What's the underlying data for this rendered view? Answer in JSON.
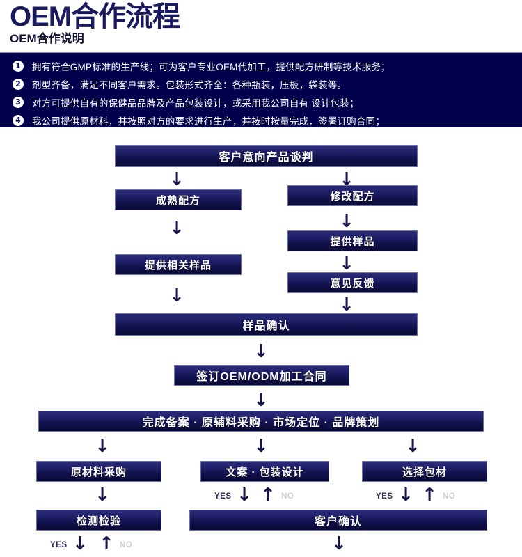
{
  "header": {
    "title": "OEM合作流程",
    "subtitle": "OEM合作说明"
  },
  "notes": [
    {
      "num": "1",
      "text": "拥有符合GMP标准的生产线；可为客户专业OEM代加工，提供配方研制等技术服务；"
    },
    {
      "num": "2",
      "text": "剂型齐备，满足不同客户需求。包装形式齐全：各种瓶装，压板，袋装等。"
    },
    {
      "num": "3",
      "text": "对方可提供自有的保健品品牌及产品包装设计，或采用我公司自有 设计包装；"
    },
    {
      "num": "4",
      "text": "我公司提供原材料，并按照对方的要求进行生产，并按时按量完成，签署订购合同；"
    }
  ],
  "flow": {
    "boxes": [
      {
        "id": "customer-intent-negotiation",
        "label": "客户意向产品谈判"
      },
      {
        "id": "mature-formula",
        "label": "成熟配方"
      },
      {
        "id": "modify-formula",
        "label": "修改配方"
      },
      {
        "id": "provide-sample",
        "label": "提供样品"
      },
      {
        "id": "provide-related-sample",
        "label": "提供相关样品"
      },
      {
        "id": "feedback",
        "label": "意见反馈"
      },
      {
        "id": "sample-confirmation",
        "label": "样品确认"
      },
      {
        "id": "sign-oem-odm-contract",
        "label": "签订OEM/ODM加工合同"
      },
      {
        "id": "filing-procurement-position-branding",
        "label": "完成备案 · 原辅料采购 · 市场定位 · 品牌策划"
      },
      {
        "id": "raw-material-procurement",
        "label": "原材料采购"
      },
      {
        "id": "copywriting-package-design",
        "label": "文案 · 包装设计"
      },
      {
        "id": "select-packaging-material",
        "label": "选择包材"
      },
      {
        "id": "inspection-testing",
        "label": "检测检验"
      },
      {
        "id": "customer-confirmation",
        "label": "客户确认"
      }
    ],
    "arrow_down_glyph": "↓",
    "arrow_up_glyph": "↑",
    "yes_label": "YES",
    "no_label": "NO"
  },
  "colors": {
    "band_navy": "#00004d",
    "title_navy": "#1a1a5e",
    "box_top": "#2a2a78",
    "box_bottom": "#0a0a35",
    "arrow_navy": "#16164a",
    "yes_navy": "#2a2a55",
    "no_gray": "#cdcdd6"
  }
}
